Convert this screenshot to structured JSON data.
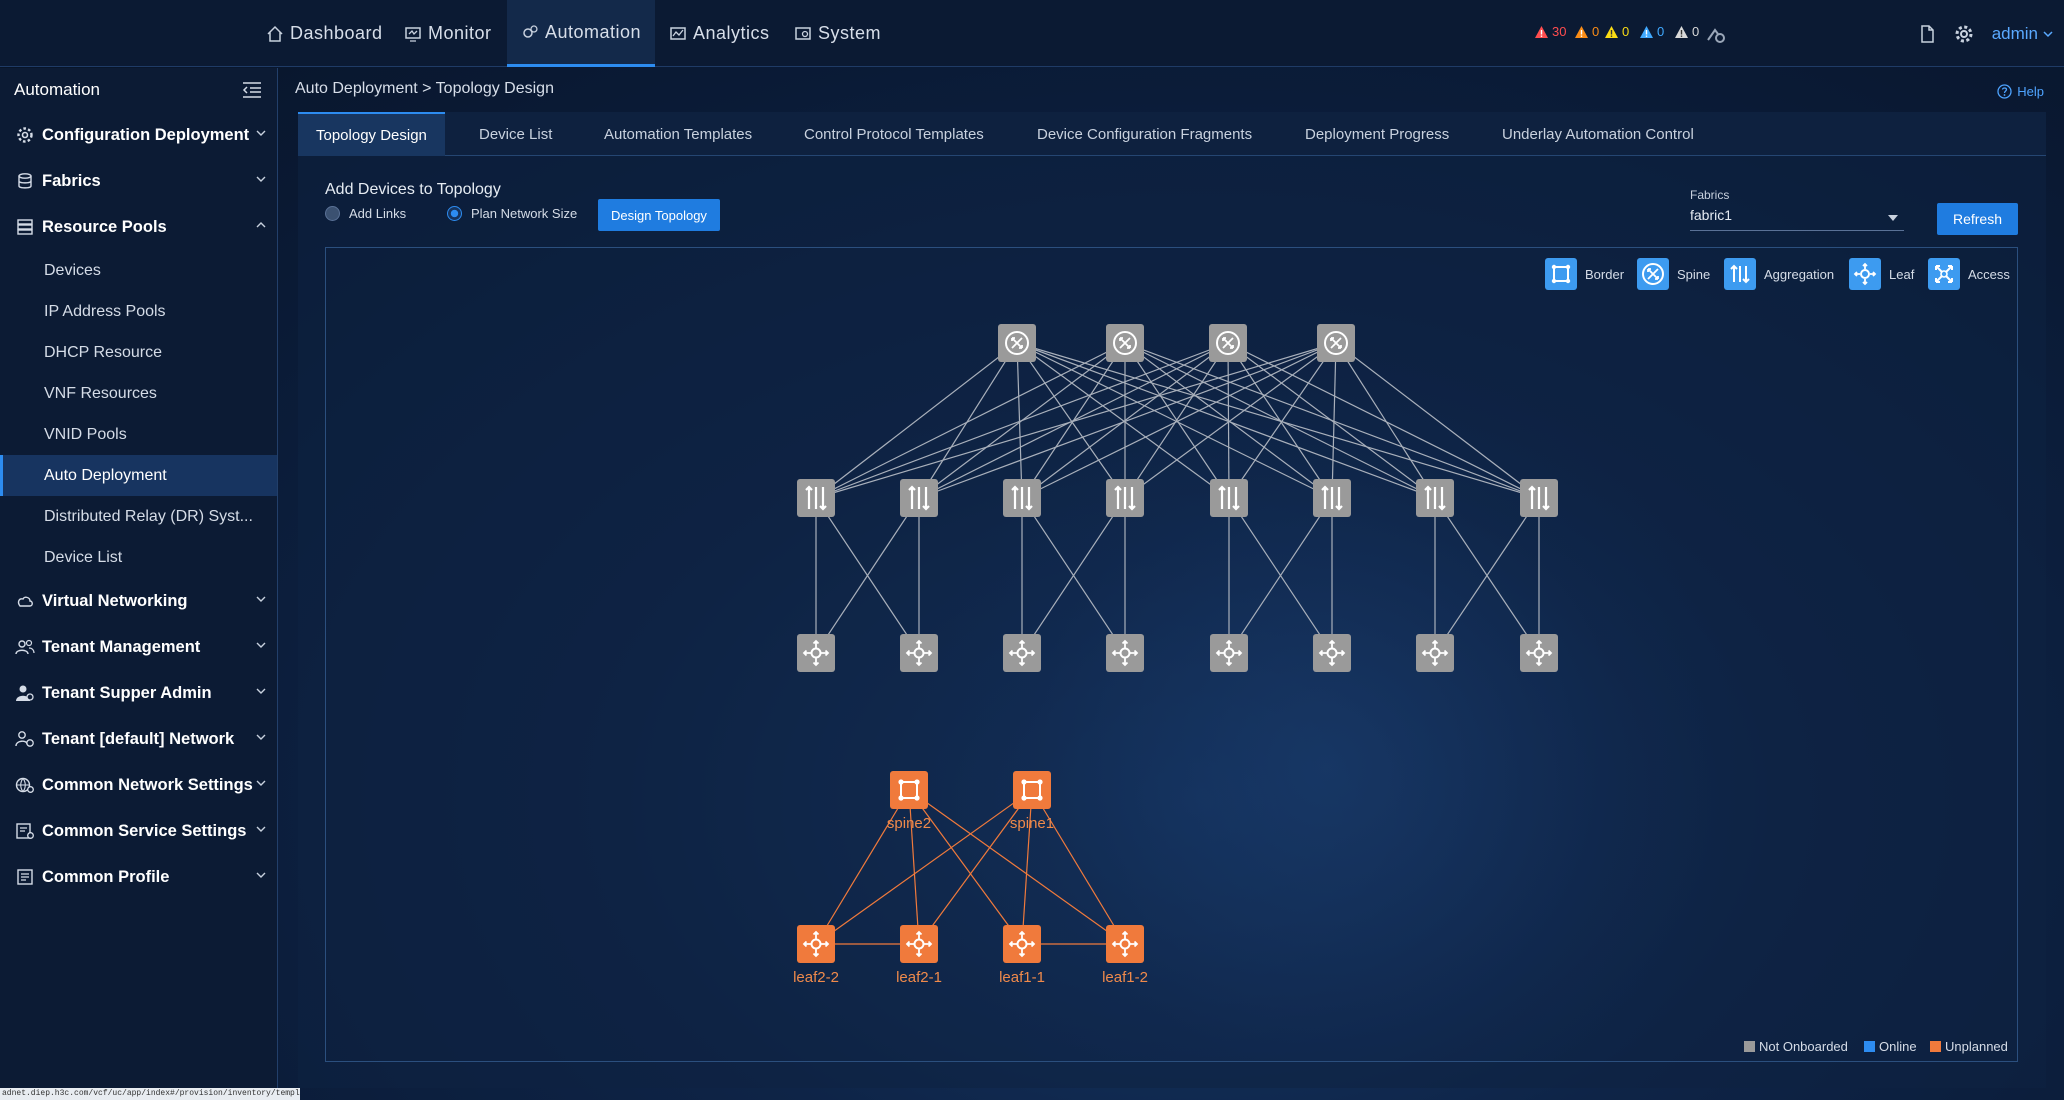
{
  "topnav": {
    "items": [
      {
        "label": "Dashboard",
        "icon": "home-icon"
      },
      {
        "label": "Monitor",
        "icon": "monitor-icon"
      },
      {
        "label": "Automation",
        "icon": "automation-icon",
        "active": true
      },
      {
        "label": "Analytics",
        "icon": "analytics-icon"
      },
      {
        "label": "System",
        "icon": "system-icon"
      }
    ],
    "alarms": [
      {
        "count": "30",
        "color": "#ff4d4f"
      },
      {
        "count": "0",
        "color": "#fa8c16"
      },
      {
        "count": "0",
        "color": "#fadb14"
      },
      {
        "count": "0",
        "color": "#40a9ff"
      },
      {
        "count": "0",
        "color": "#d9d9d9"
      }
    ],
    "user": "admin"
  },
  "sidebar": {
    "title": "Automation",
    "groups": [
      {
        "label": "Configuration Deployment",
        "icon": "gear-icon",
        "expanded": false
      },
      {
        "label": "Fabrics",
        "icon": "database-icon",
        "expanded": false
      },
      {
        "label": "Resource Pools",
        "icon": "server-icon",
        "expanded": true
      }
    ],
    "resource_items": [
      {
        "label": "Devices"
      },
      {
        "label": "IP Address Pools"
      },
      {
        "label": "DHCP Resource"
      },
      {
        "label": "VNF Resources"
      },
      {
        "label": "VNID Pools"
      },
      {
        "label": "Auto Deployment",
        "active": true
      },
      {
        "label": "Distributed Relay (DR) Syst..."
      },
      {
        "label": "Device List"
      }
    ],
    "groups_after": [
      {
        "label": "Virtual Networking",
        "icon": "cloud-icon"
      },
      {
        "label": "Tenant Management",
        "icon": "users-icon"
      },
      {
        "label": "Tenant Supper Admin",
        "icon": "admin-user-icon"
      },
      {
        "label": "Tenant [default] Network",
        "icon": "user-network-icon"
      },
      {
        "label": "Common Network Settings",
        "icon": "globe-gear-icon"
      },
      {
        "label": "Common Service Settings",
        "icon": "service-gear-icon"
      },
      {
        "label": "Common Profile",
        "icon": "profile-icon"
      }
    ]
  },
  "breadcrumb": "Auto Deployment > Topology Design",
  "help": "Help",
  "tabs": [
    {
      "label": "Topology Design",
      "active": true
    },
    {
      "label": "Device List"
    },
    {
      "label": "Automation Templates"
    },
    {
      "label": "Control Protocol Templates"
    },
    {
      "label": "Device Configuration Fragments"
    },
    {
      "label": "Deployment Progress"
    },
    {
      "label": "Underlay Automation Control"
    }
  ],
  "form": {
    "title": "Add Devices to Topology",
    "radio_add_links": "Add Links",
    "radio_plan_size": "Plan Network Size",
    "selected": "Plan Network Size",
    "design_button": "Design Topology",
    "fabrics_label": "Fabrics",
    "fabric_value": "fabric1",
    "refresh_button": "Refresh"
  },
  "legend": [
    {
      "label": "Border",
      "icon": "border-icon"
    },
    {
      "label": "Spine",
      "icon": "spine-icon"
    },
    {
      "label": "Aggregation",
      "icon": "aggregation-icon"
    },
    {
      "label": "Leaf",
      "icon": "leaf-icon"
    },
    {
      "label": "Access",
      "icon": "access-icon"
    }
  ],
  "status_legend": [
    {
      "label": "Not Onboarded",
      "color": "#9a9a9a"
    },
    {
      "label": "Online",
      "color": "#2d8cf0"
    },
    {
      "label": "Unplanned",
      "color": "#f07a3c"
    }
  ],
  "topology": {
    "planned": {
      "spine_count": 4,
      "aggregation_count": 8,
      "leaf_count": 8,
      "status": "Not Onboarded"
    },
    "unplanned": {
      "spines": [
        "spine2",
        "spine1"
      ],
      "leaves": [
        "leaf2-2",
        "leaf2-1",
        "leaf1-1",
        "leaf1-2"
      ],
      "status": "Unplanned"
    }
  },
  "status_url": "adnet.diep.h3c.com/vcf/uc/app/index#/provision/inventory/template/configTemplate/topo-plan"
}
